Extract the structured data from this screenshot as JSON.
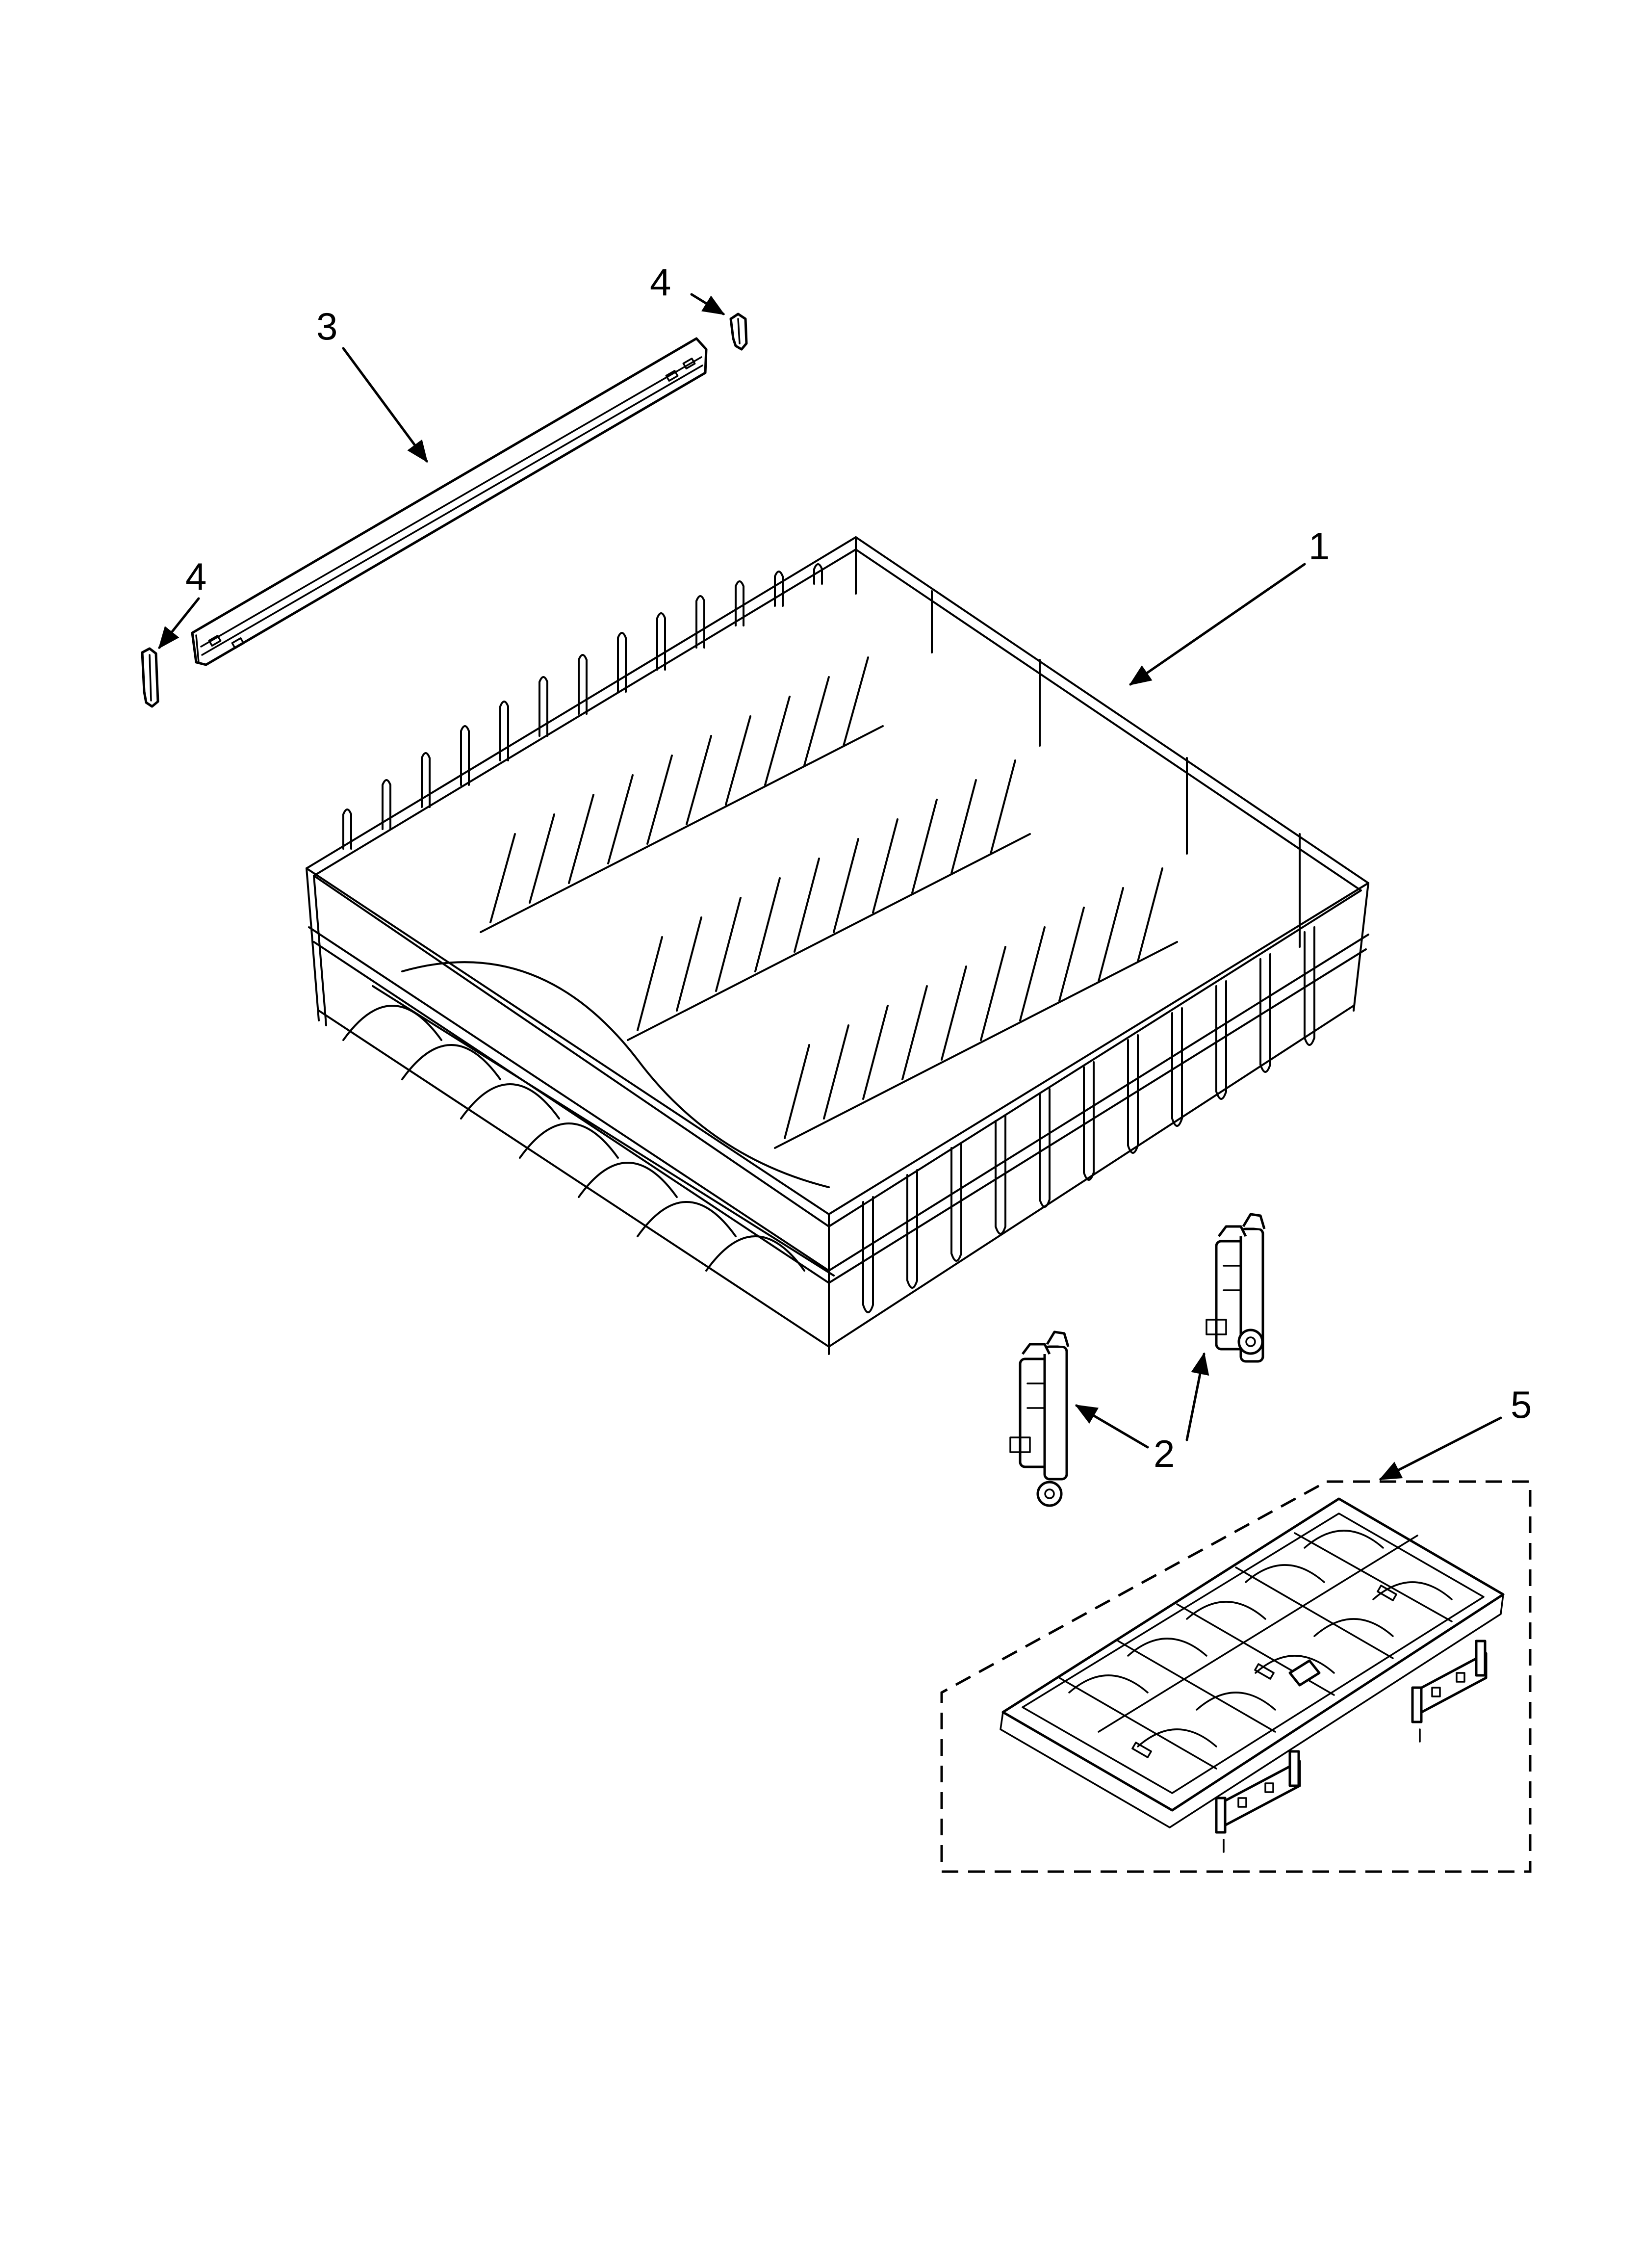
{
  "diagram": {
    "callouts": [
      {
        "id": "callout-1",
        "text": "1"
      },
      {
        "id": "callout-2",
        "text": "2"
      },
      {
        "id": "callout-3",
        "text": "3"
      },
      {
        "id": "callout-4a",
        "text": "4"
      },
      {
        "id": "callout-4b",
        "text": "4"
      },
      {
        "id": "callout-5",
        "text": "5"
      }
    ]
  },
  "colors": {
    "ink": "#000000",
    "paper": "#ffffff"
  }
}
